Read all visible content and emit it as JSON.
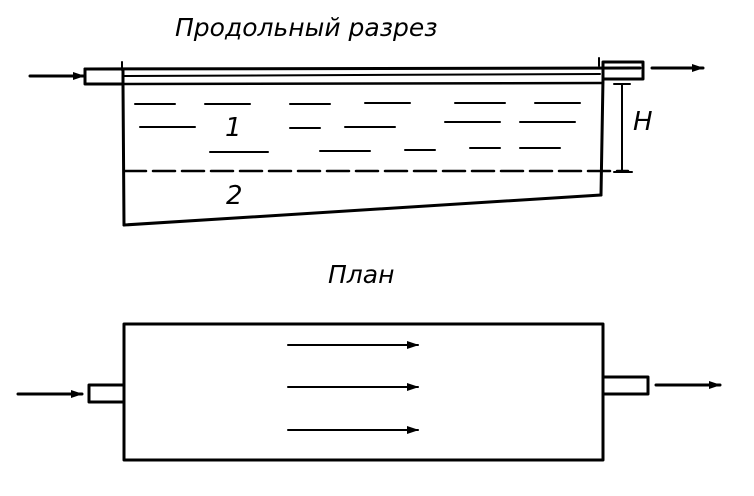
{
  "section_title": "Продольный разрез",
  "plan_title": "План",
  "zone_1_label": "1",
  "zone_2_label": "2",
  "depth_label": "H"
}
